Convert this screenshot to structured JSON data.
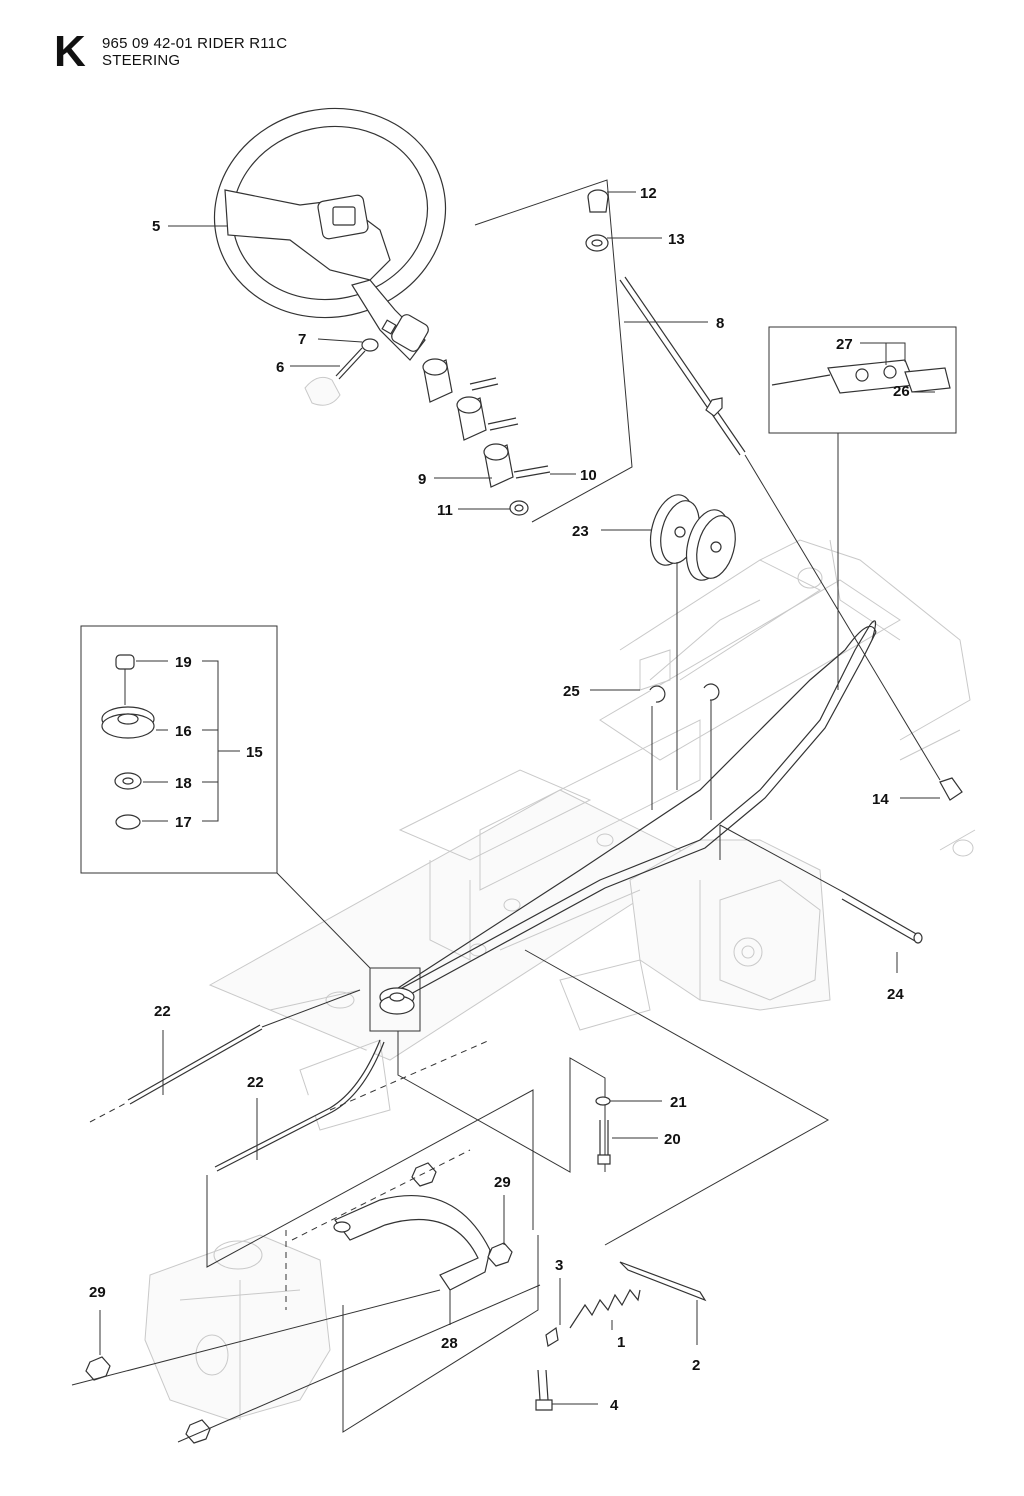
{
  "header": {
    "section_letter": "K",
    "title_line1": "965 09 42-01 RIDER R11C",
    "title_line2": "STEERING"
  },
  "callouts": {
    "p1": "1",
    "p2": "2",
    "p3": "3",
    "p4": "4",
    "p5": "5",
    "p6": "6",
    "p7": "7",
    "p8": "8",
    "p9": "9",
    "p10": "10",
    "p11": "11",
    "p12": "12",
    "p13": "13",
    "p14": "14",
    "p15": "15",
    "p16": "16",
    "p17": "17",
    "p18": "18",
    "p19": "19",
    "p20": "20",
    "p21": "21",
    "p22a": "22",
    "p22b": "22",
    "p23": "23",
    "p24": "24",
    "p25": "25",
    "p26": "26",
    "p27": "27",
    "p28": "28",
    "p29a": "29",
    "p29b": "29"
  }
}
